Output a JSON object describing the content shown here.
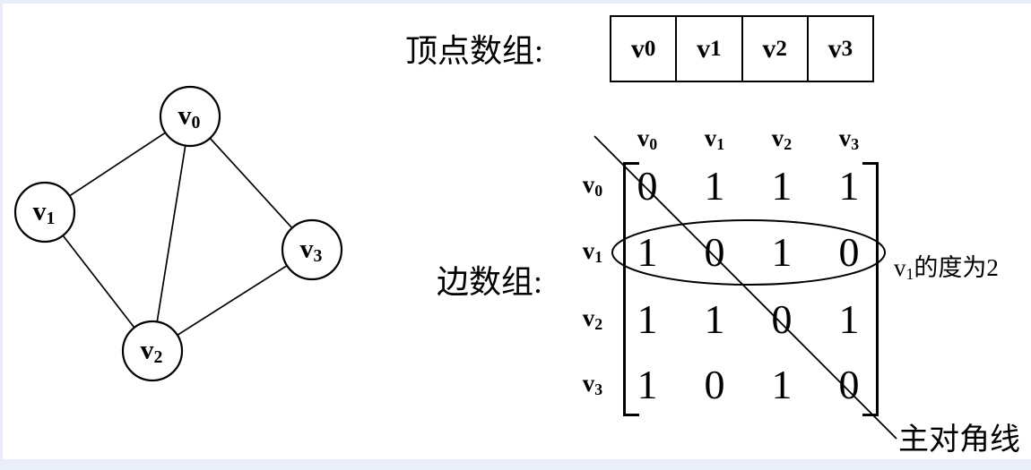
{
  "labels": {
    "vertex_array": "顶点数组:",
    "edge_array": "边数组:"
  },
  "graph": {
    "vertices": [
      {
        "base": "v",
        "sub": "0"
      },
      {
        "base": "v",
        "sub": "1"
      },
      {
        "base": "v",
        "sub": "2"
      },
      {
        "base": "v",
        "sub": "3"
      }
    ],
    "edges": [
      "v0-v1",
      "v0-v2",
      "v0-v3",
      "v1-v2",
      "v2-v3"
    ]
  },
  "vertex_array": {
    "cells": [
      {
        "base": "v",
        "sub": "0"
      },
      {
        "base": "v",
        "sub": "1"
      },
      {
        "base": "v",
        "sub": "2"
      },
      {
        "base": "v",
        "sub": "3"
      }
    ]
  },
  "matrix": {
    "col_headers": [
      {
        "base": "v",
        "sub": "0"
      },
      {
        "base": "v",
        "sub": "1"
      },
      {
        "base": "v",
        "sub": "2"
      },
      {
        "base": "v",
        "sub": "3"
      }
    ],
    "row_headers": [
      {
        "base": "v",
        "sub": "0"
      },
      {
        "base": "v",
        "sub": "1"
      },
      {
        "base": "v",
        "sub": "2"
      },
      {
        "base": "v",
        "sub": "3"
      }
    ],
    "rows": [
      [
        "0",
        "1",
        "1",
        "1"
      ],
      [
        "1",
        "0",
        "1",
        "0"
      ],
      [
        "1",
        "1",
        "0",
        "1"
      ],
      [
        "1",
        "0",
        "1",
        "0"
      ]
    ]
  },
  "annotations": {
    "degree": {
      "base": "v",
      "sub": "1",
      "text": "的度为2"
    },
    "diagonal": "主对角线"
  },
  "colors": {
    "ink": "#000000",
    "background": "#ffffff",
    "page_edge": "#e9eef8"
  }
}
